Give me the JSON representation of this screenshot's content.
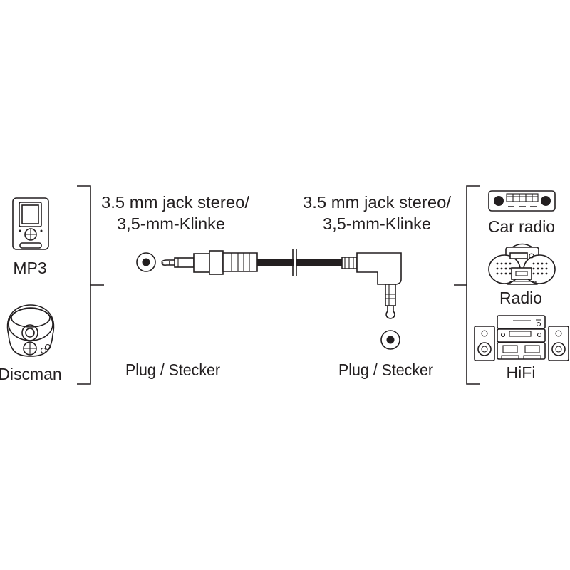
{
  "source_devices": [
    {
      "label": "MP3",
      "icon": "mp3-player-icon"
    },
    {
      "label": "Discman",
      "icon": "discman-icon"
    }
  ],
  "left_connector": {
    "title_line1": "3.5 mm jack stereo/",
    "title_line2": "3,5-mm-Klinke",
    "type_label": "Plug / Stecker",
    "style": "straight"
  },
  "right_connector": {
    "title_line1": "3.5 mm jack stereo/",
    "title_line2": "3,5-mm-Klinke",
    "type_label": "Plug / Stecker",
    "style": "angled 90°"
  },
  "target_devices": [
    {
      "label": "Car radio",
      "icon": "car-radio-icon"
    },
    {
      "label": "Radio",
      "icon": "boombox-radio-icon"
    },
    {
      "label": "HiFi",
      "icon": "hifi-system-icon"
    }
  ],
  "colors": {
    "ink": "#231f20",
    "background": "#ffffff"
  }
}
